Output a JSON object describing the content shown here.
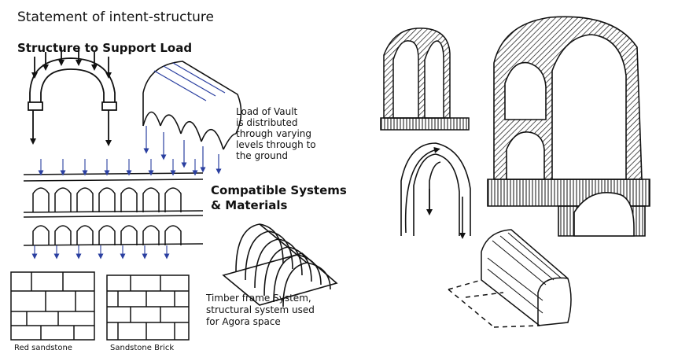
{
  "title": "Statement of intent-structure",
  "structure_heading": "Structure to Support Load",
  "vault_note": [
    "Load of Vault",
    "is distributed",
    "through varying",
    "levels through to",
    "the ground"
  ],
  "compatible_heading": [
    "Compatible Systems",
    "& Materials"
  ],
  "timber_note": [
    "Timber frame System,",
    "structural system used",
    "for Agora space"
  ],
  "captions": {
    "red_sandstone": "Red sandstone",
    "sandstone_brick": "Sandstone Brick"
  },
  "colors": {
    "ink": "#111111",
    "load_arrow": "#2a3fa0",
    "paper": "#ffffff"
  }
}
